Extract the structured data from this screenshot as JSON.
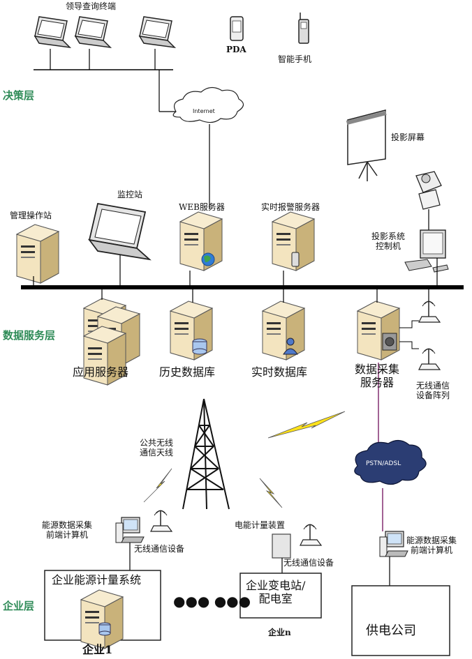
{
  "tiers": {
    "decision": "决策层",
    "data_service": "数据服务层",
    "enterprise": "企业层"
  },
  "decision_layer": {
    "terminals_label": "领导查询终端",
    "pda_label": "PDA",
    "smartphone_label": "智能手机",
    "internet_label": "Internet",
    "projection_screen_label": "投影屏幕",
    "projection_control_label_line1": "投影系统",
    "projection_control_label_line2": "控制机"
  },
  "data_layer": {
    "mgmt_station_label": "管理操作站",
    "monitor_station_label": "监控站",
    "web_server_label": "WEB服务器",
    "alarm_server_label": "实时报警服务器",
    "app_server_label": "应用服务器",
    "history_db_label": "历史数据库",
    "realtime_db_label": "实时数据库",
    "collector_label_line1": "数据采集",
    "collector_label_line2": "服务器",
    "wireless_array_line1": "无线通信",
    "wireless_array_line2": "设备阵列"
  },
  "enterprise_layer": {
    "antenna_label_line1": "公共无线",
    "antenna_label_line2": "通信天线",
    "pstn_label": "PSTN/ADSL",
    "front_pc_label_line1": "能源数据采集",
    "front_pc_label_line2": "前端计算机",
    "wireless_device_label": "无线通信设备",
    "meter_device_label": "电能计量装置",
    "wireless_device_label2": "无线通信设备",
    "enterprise_system_box": "企业能源计量系统",
    "enterprise1_label": "企业1",
    "ellipsis": "●●● ●●●",
    "substation_line1": "企业变电站/",
    "substation_line2": "配电室",
    "enterprisen_label": "企业n",
    "right_pc_label_line1": "能源数据采集",
    "right_pc_label_line2": "前端计算机",
    "power_company_label": "供电公司"
  },
  "colors": {
    "tier_label": "#2e8b57",
    "server_body": "#f3e4bf",
    "server_shade": "#d9c48f",
    "bus": "#000000",
    "lightning": "#ffe21a",
    "pstn_cloud": "#2b3d73",
    "pstn_link": "#8b3a7a"
  },
  "icons": [
    "laptop-icon",
    "pda-icon",
    "smartphone-icon",
    "cloud-icon",
    "projection-screen-icon",
    "projector-icon",
    "server-icon",
    "database-icon",
    "user-icon",
    "antenna-tower-icon",
    "wireless-router-icon",
    "lightning-icon",
    "desktop-pc-icon"
  ]
}
